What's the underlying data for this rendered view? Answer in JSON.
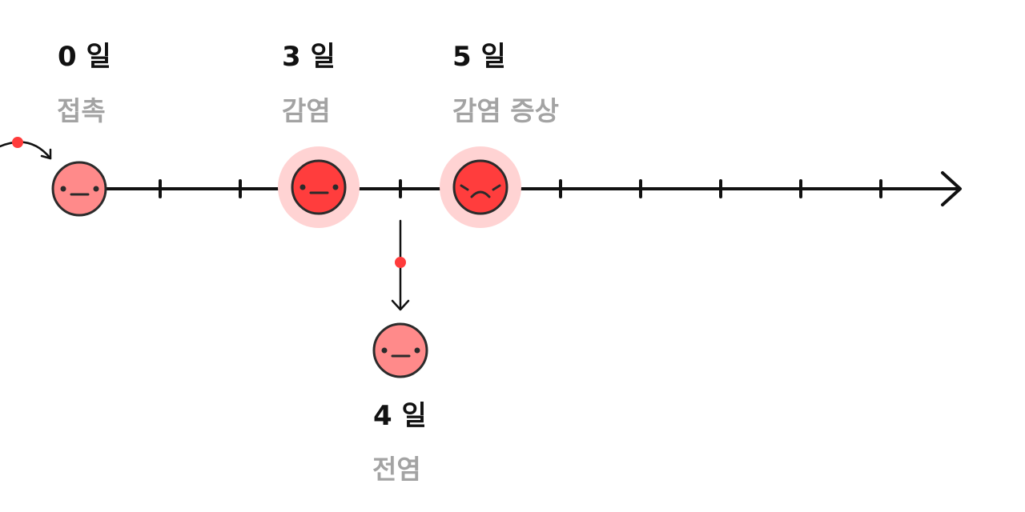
{
  "events": [
    {
      "day_label": "0 일",
      "event_label": "접촉"
    },
    {
      "day_label": "3 일",
      "event_label": "감염"
    },
    {
      "day_label": "5 일",
      "event_label": "감염 증상"
    },
    {
      "day_label": "4 일",
      "event_label": "전염"
    }
  ],
  "colors": {
    "axis": "#111111",
    "label_dark": "#111111",
    "label_gray": "#a3a3a3",
    "face_light": "#ff8a8a",
    "face_strong": "#ff3d3d",
    "halo": "#ffd3d3",
    "marker_dot": "#ff3b3b"
  },
  "icons": {
    "neutral_face": "neutral-face-icon",
    "sad_face": "sad-face-icon",
    "timeline_arrow": "arrow-right-icon",
    "transmission_arrow": "arrow-down-icon",
    "entry_arrow": "curved-arrow-icon"
  }
}
